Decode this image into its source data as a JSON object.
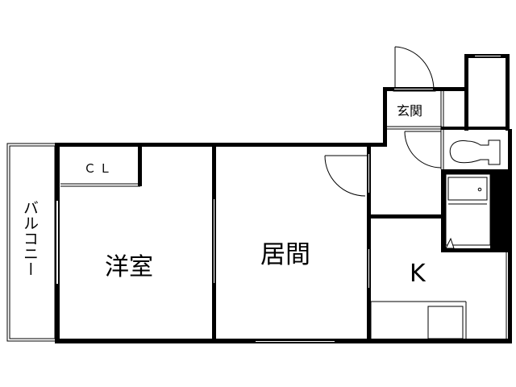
{
  "floor_plan": {
    "rooms": {
      "balcony": {
        "label": "バルコニー"
      },
      "closet": {
        "label": "ＣＬ"
      },
      "western_room": {
        "label": "洋室"
      },
      "living_room": {
        "label": "居間"
      },
      "entrance": {
        "label": "玄関"
      },
      "kitchen": {
        "label": "K"
      }
    },
    "colors": {
      "wall": "#000000",
      "background": "#ffffff"
    }
  }
}
